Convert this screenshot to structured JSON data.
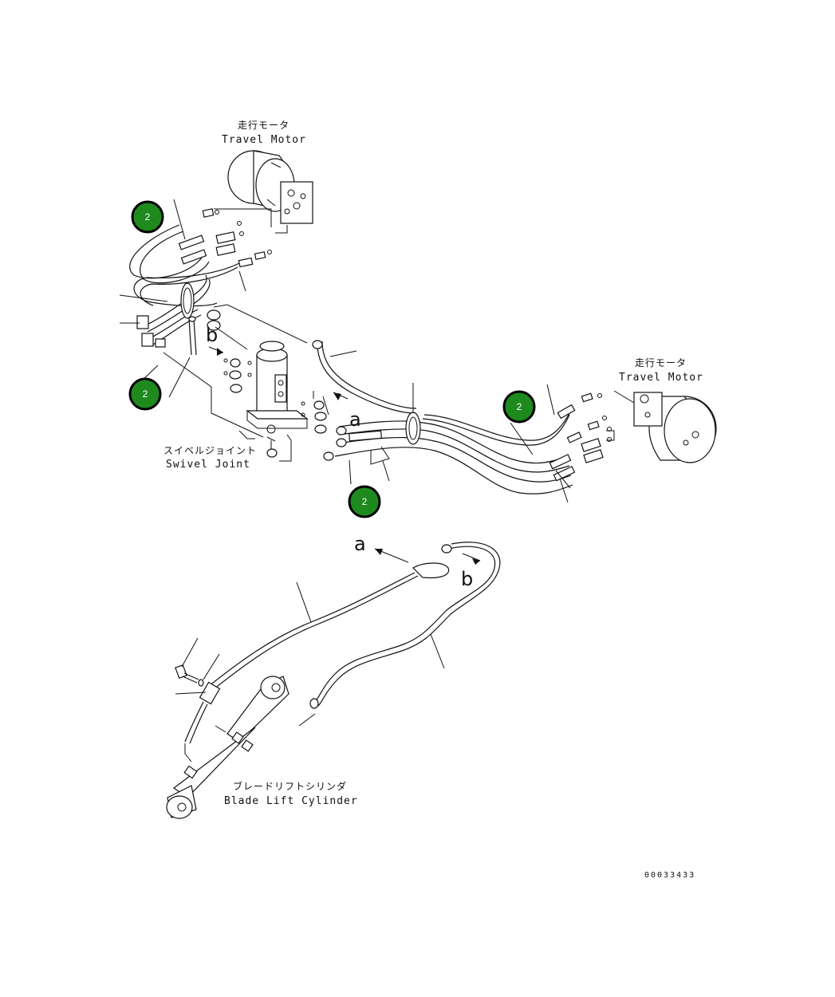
{
  "labels": {
    "travel_motor_left_jp": "走行モータ",
    "travel_motor_left_en": "Travel Motor",
    "travel_motor_right_jp": "走行モータ",
    "travel_motor_right_en": "Travel Motor",
    "swivel_joint_jp": "スイベルジョイント",
    "swivel_joint_en": "Swivel Joint",
    "blade_lift_cylinder_jp": "ブレードリフトシリンダ",
    "blade_lift_cylinder_en": "Blade Lift Cylinder",
    "view_a_upper": "a",
    "view_b_upper": "b",
    "view_a_lower": "a",
    "view_b_lower": "b",
    "figure_number": "00033433"
  },
  "badges": [
    "2",
    "2",
    "2",
    "2"
  ],
  "colors": {
    "badge_fill": "#1e8a1e",
    "line": "#111111",
    "background": "#ffffff"
  }
}
